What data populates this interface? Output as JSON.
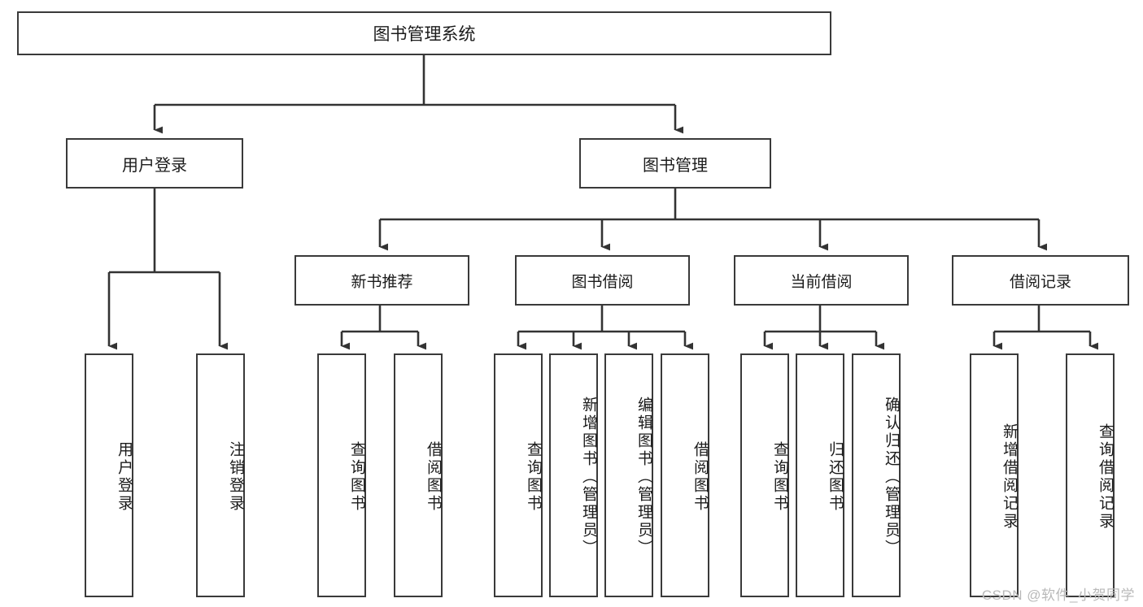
{
  "diagram": {
    "title": "图书管理系统",
    "type": "hierarchy-tree",
    "watermark": "CSDN @软件_小贺同学",
    "colors": {
      "box_border": "#3a3a3a",
      "box_fill": "#ffffff",
      "connector": "#333333",
      "text": "#1b1b1b",
      "watermark": "#b9b9b9"
    },
    "nodes": {
      "root": {
        "label": "图书管理系统",
        "level": 0
      },
      "user_login": {
        "label": "用户登录",
        "level": 1
      },
      "book_manage": {
        "label": "图书管理",
        "level": 1
      },
      "new_book_rec": {
        "label": "新书推荐",
        "level": 2
      },
      "book_borrow": {
        "label": "图书借阅",
        "level": 2
      },
      "current_borrow": {
        "label": "当前借阅",
        "level": 2
      },
      "borrow_record": {
        "label": "借阅记录",
        "level": 2
      },
      "leaf_user_login": {
        "label": "用户登录",
        "level": 3
      },
      "leaf_logout": {
        "label": "注销登录",
        "level": 3
      },
      "leaf_query_book_1": {
        "label": "查询图书",
        "level": 3
      },
      "leaf_borrow_book_1": {
        "label": "借阅图书",
        "level": 3
      },
      "leaf_query_book_2": {
        "label": "查询图书",
        "level": 3
      },
      "leaf_add_book": {
        "label": "新增图书（管理员）",
        "level": 3
      },
      "leaf_edit_book": {
        "label": "编辑图书（管理员）",
        "level": 3
      },
      "leaf_borrow_book_2": {
        "label": "借阅图书",
        "level": 3
      },
      "leaf_query_book_3": {
        "label": "查询图书",
        "level": 3
      },
      "leaf_return_book": {
        "label": "归还图书",
        "level": 3
      },
      "leaf_confirm_return": {
        "label": "确认归还（管理员）",
        "level": 3
      },
      "leaf_add_record": {
        "label": "新增借阅记录",
        "level": 3
      },
      "leaf_query_record": {
        "label": "查询借阅记录",
        "level": 3
      }
    },
    "edges": [
      {
        "from": "root",
        "to": "user_login"
      },
      {
        "from": "root",
        "to": "book_manage"
      },
      {
        "from": "book_manage",
        "to": "new_book_rec"
      },
      {
        "from": "book_manage",
        "to": "book_borrow"
      },
      {
        "from": "book_manage",
        "to": "current_borrow"
      },
      {
        "from": "book_manage",
        "to": "borrow_record"
      },
      {
        "from": "user_login",
        "to": "leaf_user_login"
      },
      {
        "from": "user_login",
        "to": "leaf_logout"
      },
      {
        "from": "new_book_rec",
        "to": "leaf_query_book_1"
      },
      {
        "from": "new_book_rec",
        "to": "leaf_borrow_book_1"
      },
      {
        "from": "book_borrow",
        "to": "leaf_query_book_2"
      },
      {
        "from": "book_borrow",
        "to": "leaf_add_book"
      },
      {
        "from": "book_borrow",
        "to": "leaf_edit_book"
      },
      {
        "from": "book_borrow",
        "to": "leaf_borrow_book_2"
      },
      {
        "from": "current_borrow",
        "to": "leaf_query_book_3"
      },
      {
        "from": "current_borrow",
        "to": "leaf_return_book"
      },
      {
        "from": "current_borrow",
        "to": "leaf_confirm_return"
      },
      {
        "from": "borrow_record",
        "to": "leaf_add_record"
      },
      {
        "from": "borrow_record",
        "to": "leaf_query_record"
      }
    ]
  }
}
